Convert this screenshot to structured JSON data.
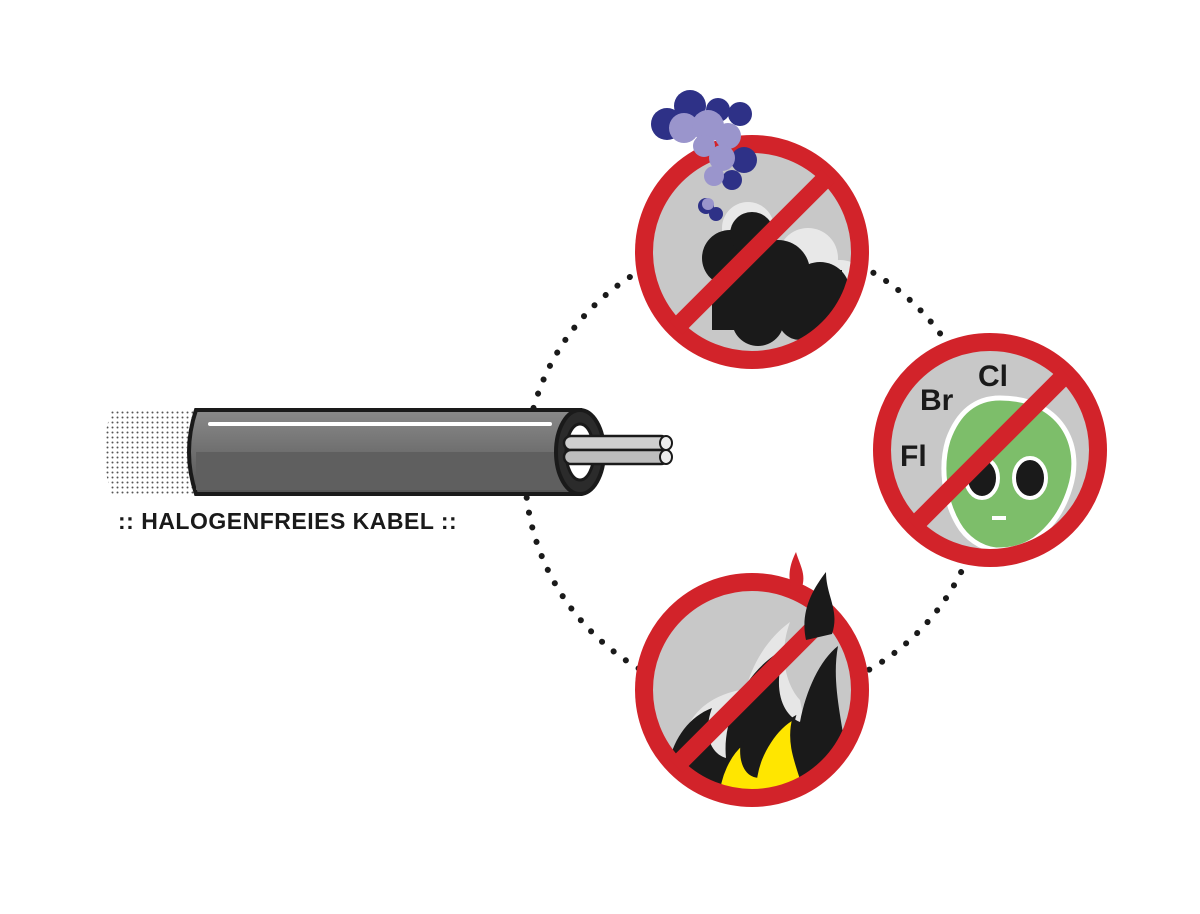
{
  "cable": {
    "label": ":: HALOGENFREIES KABEL ::"
  },
  "prohibitions": [
    {
      "name": "no-smoke",
      "icon": "smoke-cloud-icon"
    },
    {
      "name": "no-toxic-halogens",
      "icon": "alien-skull-icon",
      "symbols": {
        "fl": "Fl",
        "br": "Br",
        "cl": "Cl"
      }
    },
    {
      "name": "no-fire",
      "icon": "flame-icon"
    }
  ],
  "colors": {
    "prohibition_red": "#d2232a",
    "sign_background": "#c8c8c8",
    "smoke_dark": "#1a1a1a",
    "smoke_light_purple": "#9a95cc",
    "smoke_dark_blue": "#2e3187",
    "alien_green": "#7dbe6a",
    "fire_yellow": "#ffe600",
    "cable_gray": "#6b6b6b"
  }
}
